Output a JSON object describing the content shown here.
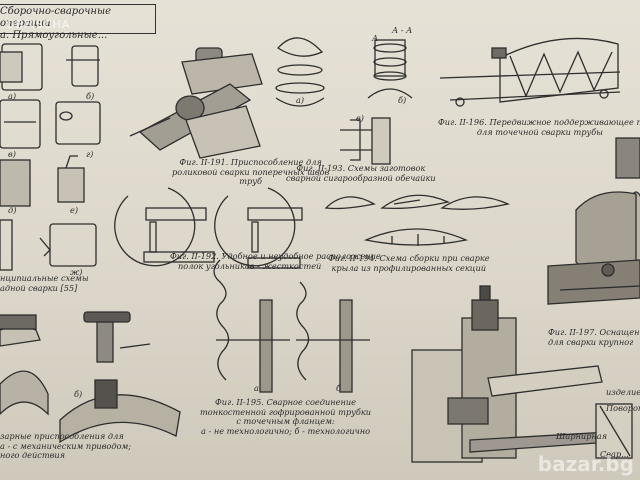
{
  "header": {
    "line1": "Сборочно-сварочные операции",
    "line2": "а. Прямоугольные..."
  },
  "watermark_logo": "OBFISCHA",
  "corner_watermark": "bazar.bg",
  "captions": {
    "fig191": [
      "Фиг. II-191. Приспособление для",
      "роликовой сварки поперечных швов",
      "труб"
    ],
    "fig193": [
      "Фиг. II-193. Схемы заготовок",
      "сварной сигарообразной обечайки"
    ],
    "fig196": [
      "Фиг. II-196. Передвижное поддерживающее п",
      "для точечной сварки трубы"
    ],
    "fig192": [
      "Фиг. II-192. Удобное и неудобное расположение",
      "полок угольников - жесткостей"
    ],
    "fig194": [
      "Фиг. II-194. Схема сборки при сварке",
      "крыла из профилированных секций"
    ],
    "fig197": [
      "Фиг. II-197. Оснащен",
      "для сварки крупног"
    ],
    "fig195": [
      "Фиг. II-195. Сварное соединение",
      "тонкостенной гофрированной трубки",
      "с точечным фланцем:",
      "а - не технологично;  б - технологично"
    ],
    "left_schemes": [
      "нципиальные схемы",
      "адной сварки [55]"
    ],
    "left_clamps": [
      "зарные приспособления для",
      "а - с механическим приводом;",
      "ного действия"
    ],
    "labels_right": [
      "изделие",
      "Поворот",
      "Шарнирная",
      "Свар..."
    ],
    "letters": [
      "а)",
      "б)",
      "в)",
      "г)",
      "д)",
      "е)",
      "ж)",
      "а)",
      "б)",
      "а)",
      "б)",
      "в)",
      "А",
      "А - А",
      "а",
      "б",
      "б)"
    ]
  }
}
